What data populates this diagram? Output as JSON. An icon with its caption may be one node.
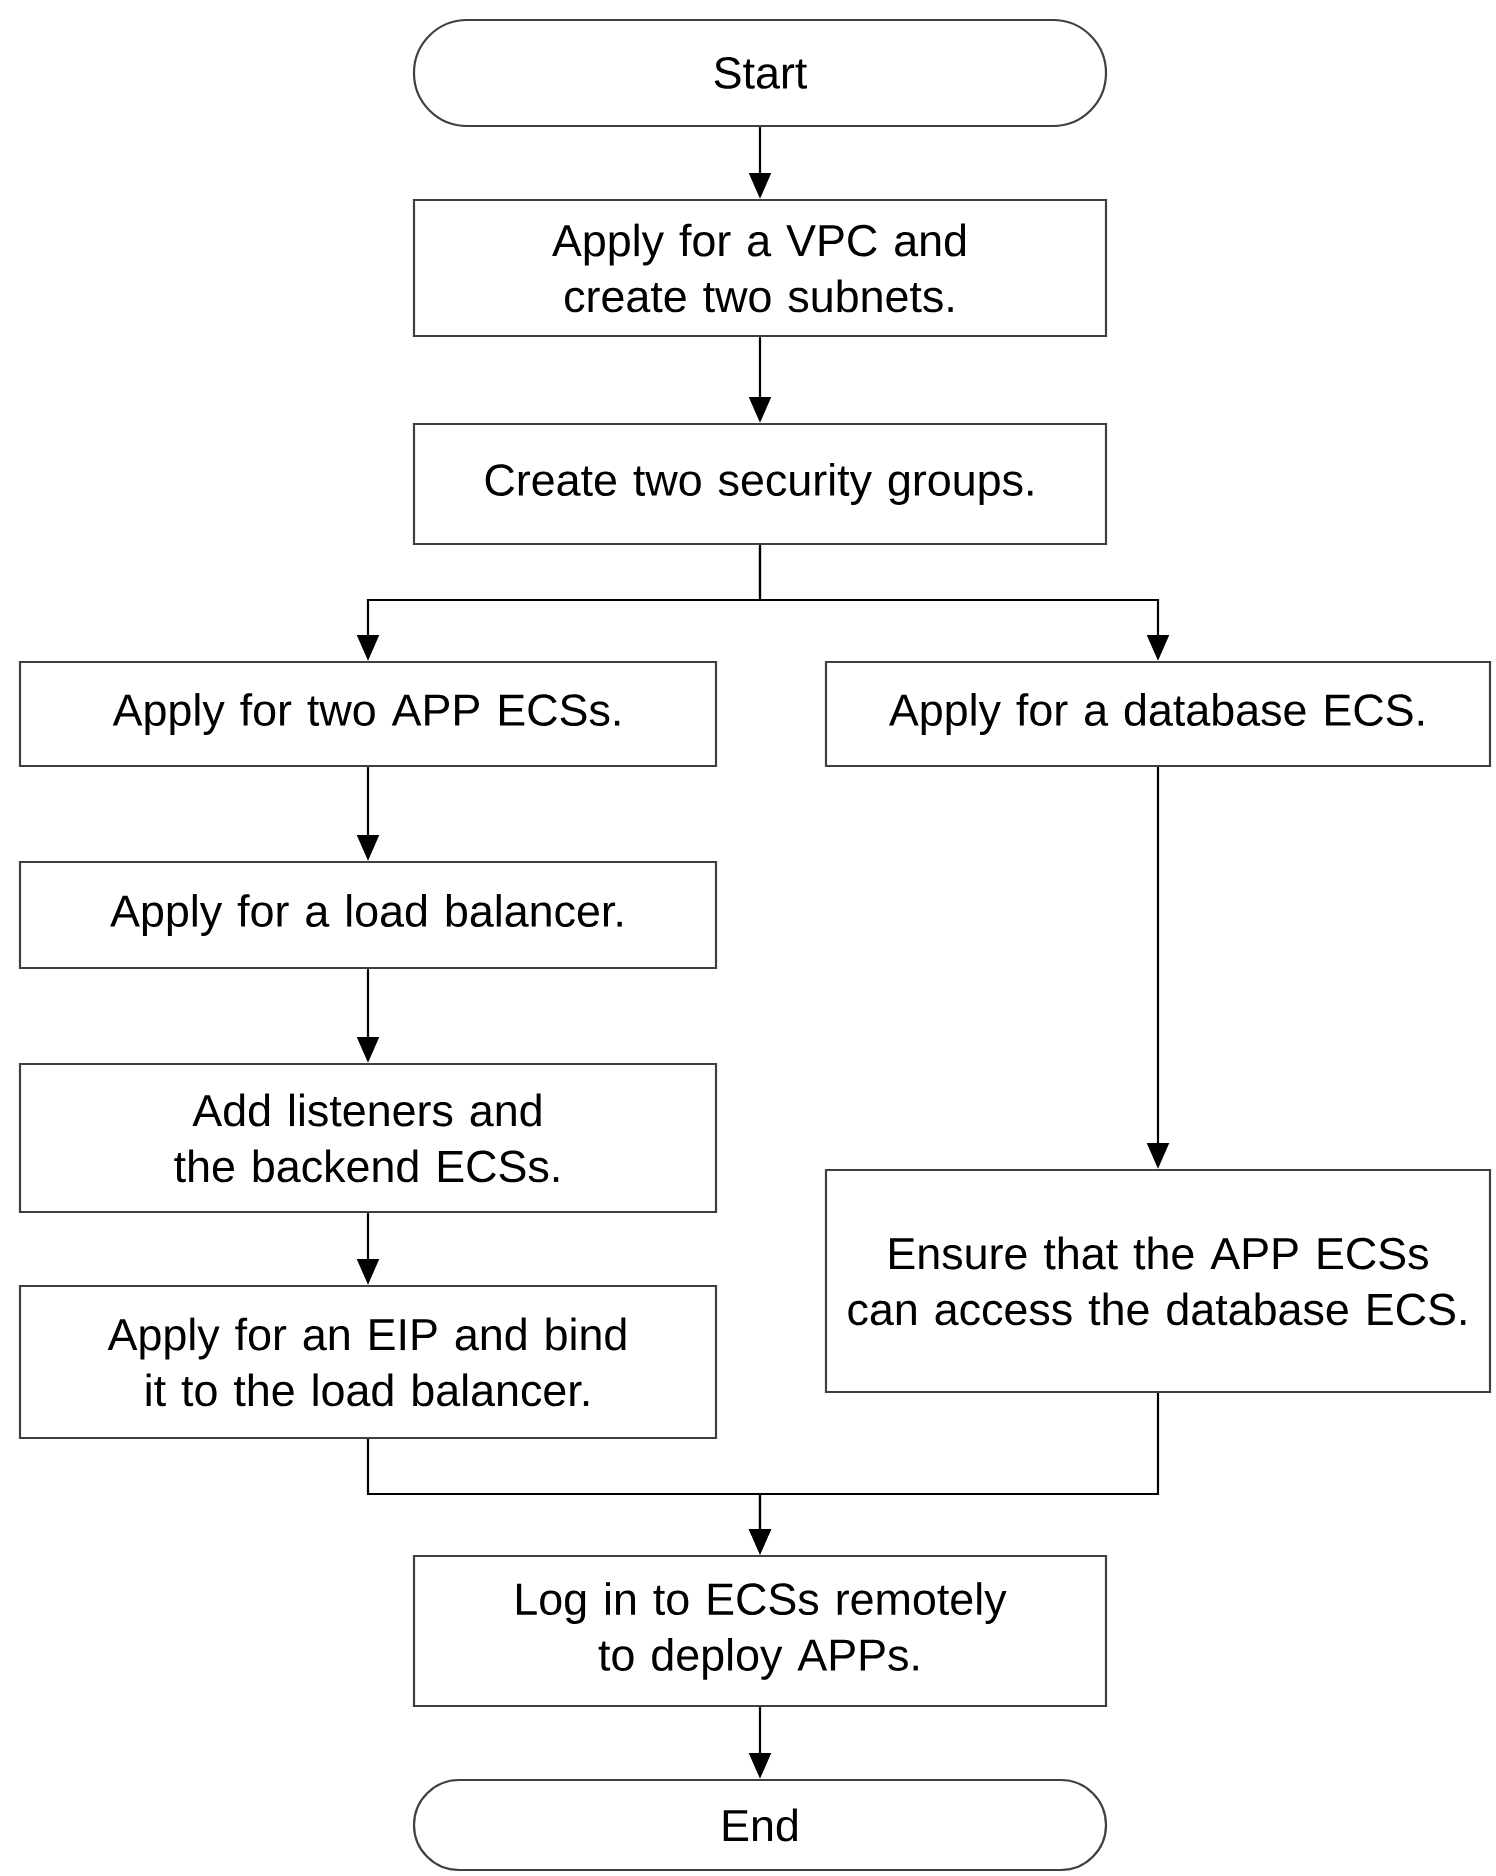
{
  "diagram": {
    "nodes": [
      {
        "text": [
          "Start"
        ]
      },
      {
        "text": [
          "Apply for a VPC and create two subnets."
        ]
      },
      {
        "text": [
          "Create two security groups."
        ]
      },
      {
        "text": [
          "Apply for two APP ECSs."
        ]
      },
      {
        "text": [
          "Apply for a database ECS."
        ]
      },
      {
        "text": [
          "Apply for a load balancer."
        ]
      },
      {
        "text": [
          "Add listeners and the backend ECSs."
        ]
      },
      {
        "text": [
          "Apply for an EIP and bind it to the load balancer."
        ]
      },
      {
        "text": [
          "Ensure that the APP ECSs can access the database ECS."
        ]
      },
      {
        "text": [
          "Log in to ECSs remotely to deploy APPs."
        ]
      },
      {
        "text": [
          "End"
        ]
      }
    ],
    "edges": [
      {
        "from": 0,
        "to": 1,
        "arrow": "to"
      },
      {
        "from": 1,
        "to": 2,
        "arrow": "to"
      },
      {
        "from": 2,
        "to": 3,
        "arrow": "to"
      },
      {
        "from": 2,
        "to": 4,
        "arrow": "to"
      },
      {
        "from": 3,
        "to": 5,
        "arrow": "to"
      },
      {
        "from": 5,
        "to": 6,
        "arrow": "to"
      },
      {
        "from": 6,
        "to": 7,
        "arrow": "to"
      },
      {
        "from": 4,
        "to": 8,
        "arrow": "to"
      },
      {
        "from": 7,
        "to": 9,
        "arrow": "to"
      },
      {
        "from": 8,
        "to": 9,
        "arrow": "to"
      },
      {
        "from": 9,
        "to": 10,
        "arrow": "to"
      }
    ]
  }
}
